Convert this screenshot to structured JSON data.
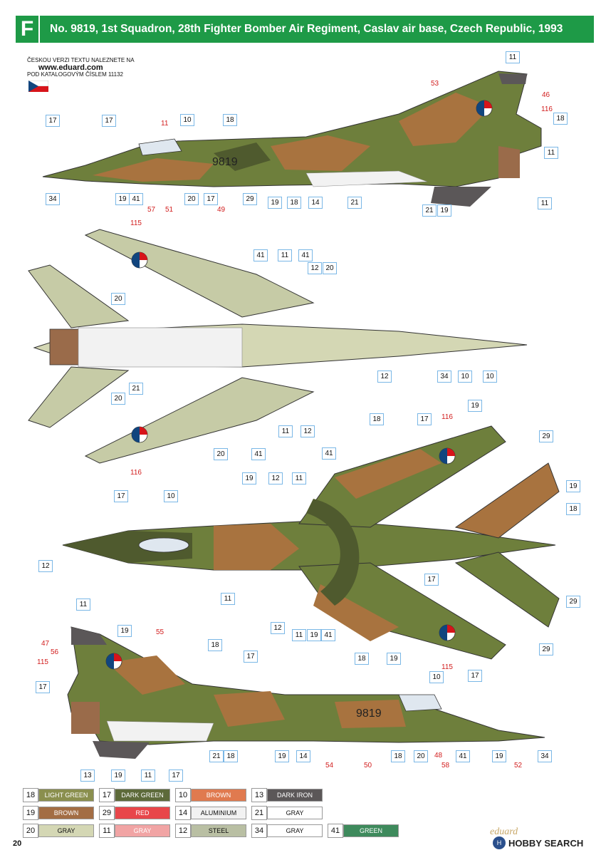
{
  "header": {
    "letter": "F",
    "title": "No. 9819, 1st Squadron, 28th Fighter Bomber Air Regiment, Caslav air base, Czech Republic, 1993"
  },
  "note": {
    "line1": "ČESKOU VERZI TEXTU NALEZNETE NA",
    "url": "www.eduard.com",
    "line2": "POD KATALOGOVÝM ČÍSLEM 11132"
  },
  "serial": "9819",
  "callouts_side1": [
    "17",
    "17",
    "34",
    "11",
    "10",
    "18",
    "19",
    "41",
    "20",
    "17",
    "29",
    "19",
    "18",
    "14",
    "21",
    "21",
    "19",
    "11",
    "18",
    "11"
  ],
  "red_side1": [
    "11",
    "57",
    "51",
    "49",
    "53",
    "46",
    "116"
  ],
  "callouts_bottom": [
    "20",
    "20",
    "21",
    "41",
    "11",
    "41",
    "12",
    "20",
    "12",
    "34",
    "10",
    "10",
    "11",
    "12",
    "20",
    "41"
  ],
  "red_bottom": [
    "115",
    "116"
  ],
  "callouts_top": [
    "18",
    "17",
    "19",
    "29",
    "19",
    "18",
    "41",
    "19",
    "12",
    "11",
    "17",
    "10",
    "12",
    "11",
    "17",
    "12",
    "11",
    "19",
    "41",
    "18",
    "19",
    "17",
    "29"
  ],
  "red_top": [
    "116",
    "115"
  ],
  "callouts_side2": [
    "11",
    "19",
    "17",
    "18",
    "17",
    "10",
    "21",
    "18",
    "19",
    "14",
    "18",
    "20",
    "41",
    "19",
    "34",
    "13",
    "19",
    "11",
    "17"
  ],
  "red_side2": [
    "47",
    "56",
    "115",
    "55",
    "54",
    "50",
    "48",
    "58",
    "52"
  ],
  "legend": [
    {
      "code": "18",
      "name": "LIGHT GREEN",
      "color": "#8a8f4e",
      "text": "#fff"
    },
    {
      "code": "17",
      "name": "DARK GREEN",
      "color": "#5d6a3a",
      "text": "#fff"
    },
    {
      "code": "10",
      "name": "BROWN",
      "color": "#e07a4f",
      "text": "#fff"
    },
    {
      "code": "13",
      "name": "DARK IRON",
      "color": "#5b5758",
      "text": "#fff"
    },
    {
      "code": "19",
      "name": "BROWN",
      "color": "#a36d44",
      "text": "#fff"
    },
    {
      "code": "29",
      "name": "RED",
      "color": "#e8464a",
      "text": "#fff"
    },
    {
      "code": "14",
      "name": "ALUMINIUM",
      "color": "#f2f2f2",
      "text": "#111"
    },
    {
      "code": "21",
      "name": "GRAY",
      "color": "#ffffff",
      "text": "#111"
    },
    {
      "code": "20",
      "name": "GRAY",
      "color": "#d4d7b4",
      "text": "#111"
    },
    {
      "code": "11",
      "name": "GRAY",
      "color": "#f1a4a4",
      "text": "#fff"
    },
    {
      "code": "12",
      "name": "STEEL",
      "color": "#b9bfa3",
      "text": "#111"
    },
    {
      "code": "34",
      "name": "GRAY",
      "color": "#ffffff",
      "text": "#111"
    },
    {
      "code": "41",
      "name": "GREEN",
      "color": "#3e8a5c",
      "text": "#fff"
    }
  ],
  "page_number": "20",
  "brand": "eduard",
  "watermark": "HOBBY SEARCH",
  "colors": {
    "header": "#1e9a47",
    "camo_green": "#6e7f3c",
    "camo_brown": "#a8733f",
    "camo_dark": "#4f5a2e",
    "under_gray": "#d4d7b4"
  }
}
